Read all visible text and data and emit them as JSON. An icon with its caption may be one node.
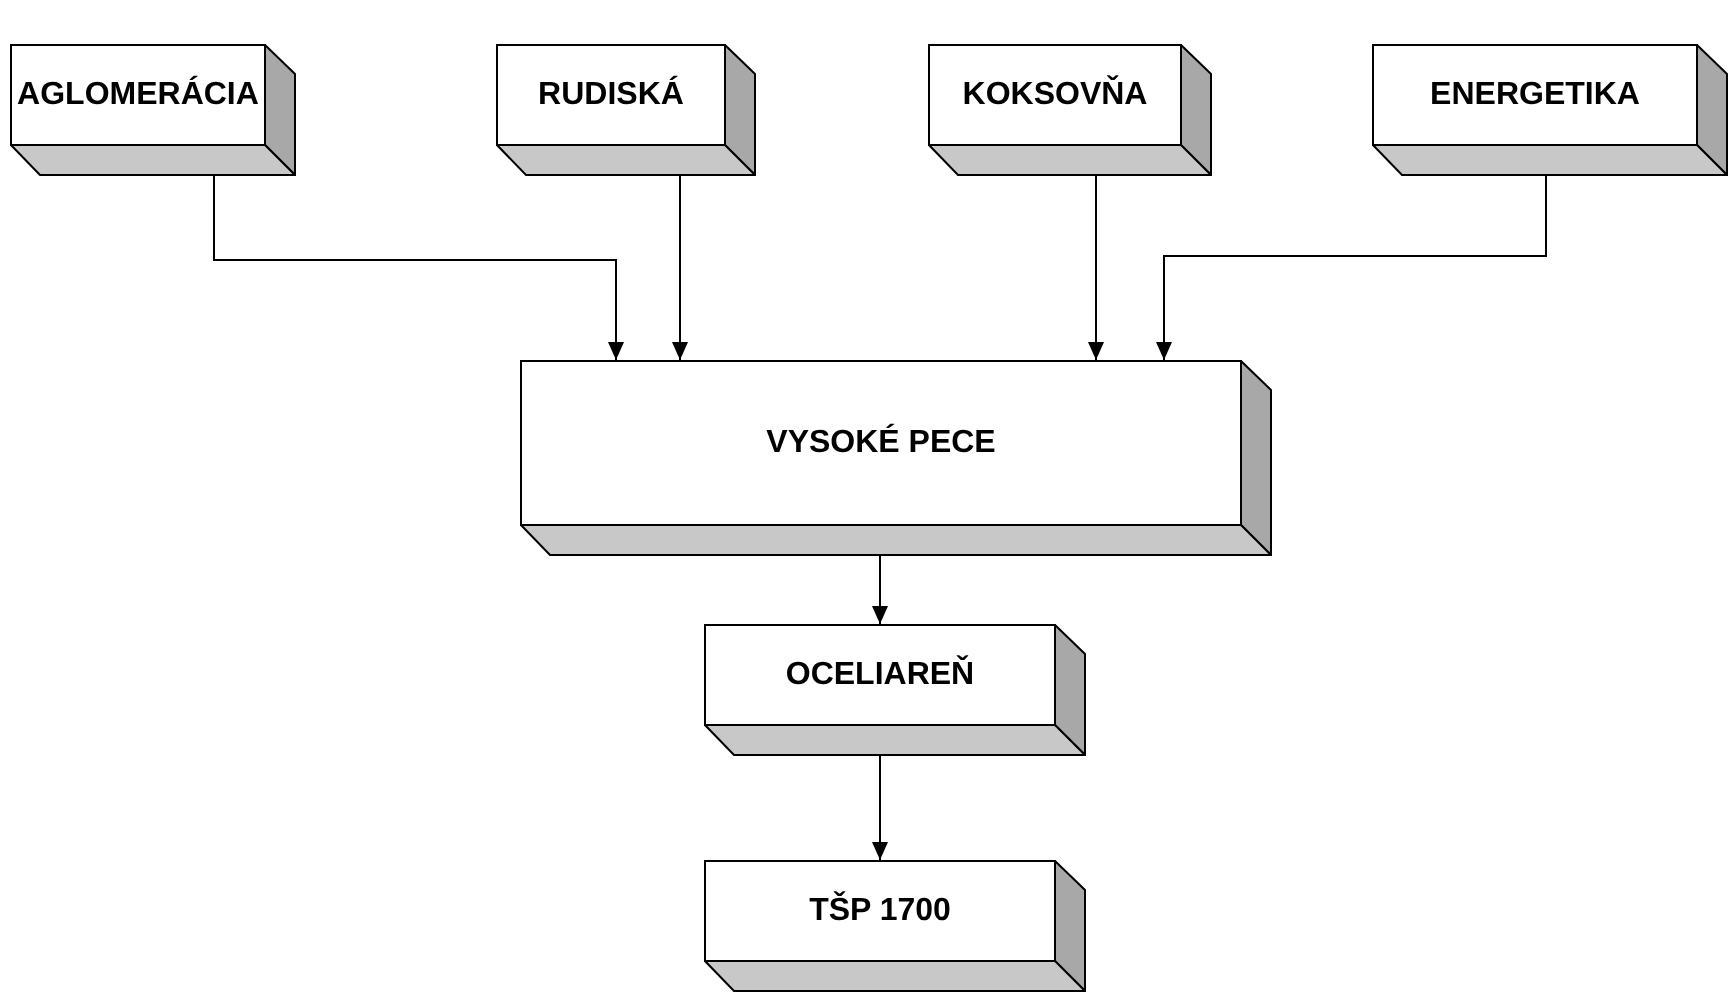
{
  "diagram": {
    "nodes": [
      {
        "text": [
          "AGLOMERÁCIA"
        ]
      },
      {
        "text": [
          "RUDISKÁ"
        ]
      },
      {
        "text": [
          "KOKSOVŇA"
        ]
      },
      {
        "text": [
          "ENERGETIKA"
        ]
      },
      {
        "text": [
          "VYSOKÉ PECE"
        ]
      },
      {
        "text": [
          "OCELIAREŇ"
        ]
      },
      {
        "text": [
          "TŠP 1700"
        ]
      }
    ],
    "edges": [
      {
        "from": 0,
        "to": 4,
        "arrow": "to"
      },
      {
        "from": 1,
        "to": 4,
        "arrow": "to"
      },
      {
        "from": 2,
        "to": 4,
        "arrow": "to"
      },
      {
        "from": 3,
        "to": 4,
        "arrow": "to"
      },
      {
        "from": 4,
        "to": 5,
        "arrow": "to"
      },
      {
        "from": 5,
        "to": 6,
        "arrow": "to"
      }
    ]
  }
}
